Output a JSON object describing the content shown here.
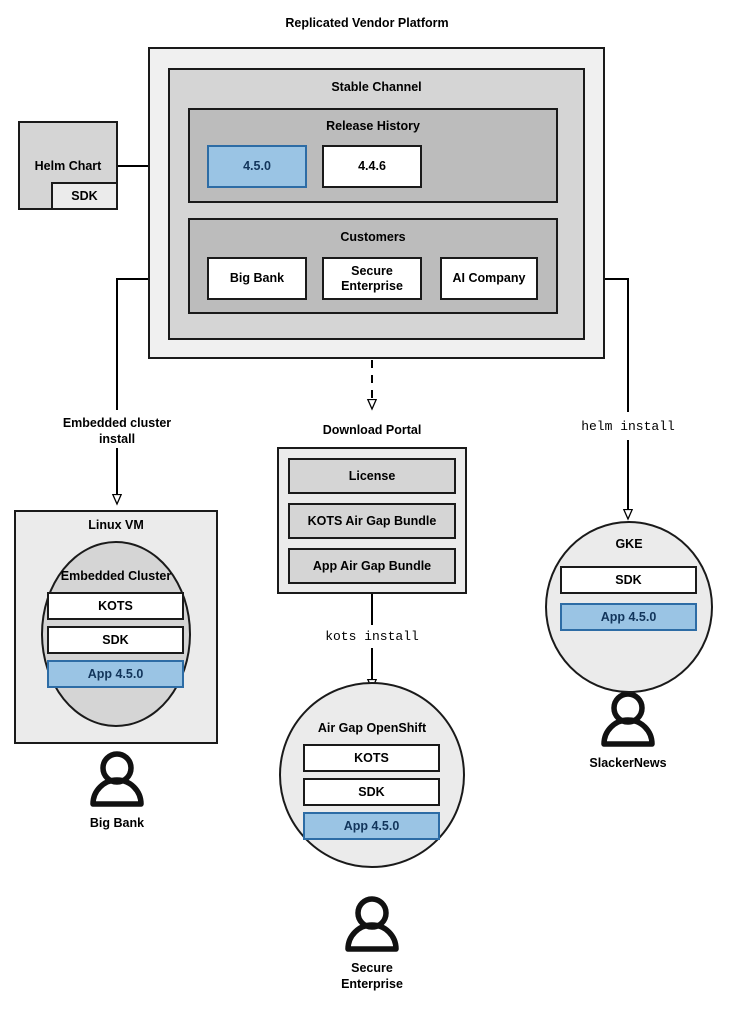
{
  "diagram": {
    "title": "Replicated Vendor Platform",
    "platform": {
      "stable_channel_label": "Stable Channel",
      "release_history": {
        "label": "Release History",
        "releases": [
          {
            "version": "4.5.0",
            "state": "current"
          },
          {
            "version": "4.4.6",
            "state": "previous"
          }
        ]
      },
      "customers": {
        "label": "Customers",
        "items": [
          {
            "name": "Big Bank"
          },
          {
            "name": "Secure\nEnterprise"
          },
          {
            "name": "AI Company"
          }
        ]
      }
    },
    "helm_chart": {
      "label": "Helm Chart",
      "sdk_label": "SDK"
    },
    "edges": [
      {
        "label": "Embedded cluster\ninstall",
        "style": "solid"
      },
      {
        "label": "",
        "style": "dashed"
      },
      {
        "label": "helm install",
        "style": "solid",
        "font": "mono"
      },
      {
        "label": "kots install",
        "style": "solid",
        "font": "mono"
      }
    ],
    "download_portal": {
      "label": "Download Portal",
      "artifacts": [
        "License",
        "KOTS Air Gap Bundle",
        "App Air Gap Bundle"
      ]
    },
    "targets": [
      {
        "outer_label": "Linux VM",
        "inner_label": "Embedded Cluster",
        "components": [
          {
            "label": "KOTS",
            "style": "white"
          },
          {
            "label": "SDK",
            "style": "white"
          },
          {
            "label": "App 4.5.0",
            "style": "blue"
          }
        ],
        "customer": "Big Bank"
      },
      {
        "outer_label": "",
        "inner_label": "Air Gap OpenShift",
        "components": [
          {
            "label": "KOTS",
            "style": "white"
          },
          {
            "label": "SDK",
            "style": "white"
          },
          {
            "label": "App 4.5.0",
            "style": "blue"
          }
        ],
        "customer": "Secure\nEnterprise"
      },
      {
        "outer_label": "",
        "inner_label": "GKE",
        "components": [
          {
            "label": "SDK",
            "style": "white"
          },
          {
            "label": "App 4.5.0",
            "style": "blue"
          }
        ],
        "customer": "SlackerNews"
      }
    ],
    "icons": {
      "person": "person-icon",
      "arrow": "arrow-head-icon"
    },
    "colors": {
      "accent_blue_fill": "#9ac4e4",
      "accent_blue_border": "#2d6ca5",
      "accent_blue_text": "#12355b",
      "outer_gray": "#f0f0f0",
      "channel_gray": "#d5d5d5",
      "section_gray": "#bcbcbc",
      "stroke": "#1a1a1a",
      "white": "#ffffff"
    }
  }
}
